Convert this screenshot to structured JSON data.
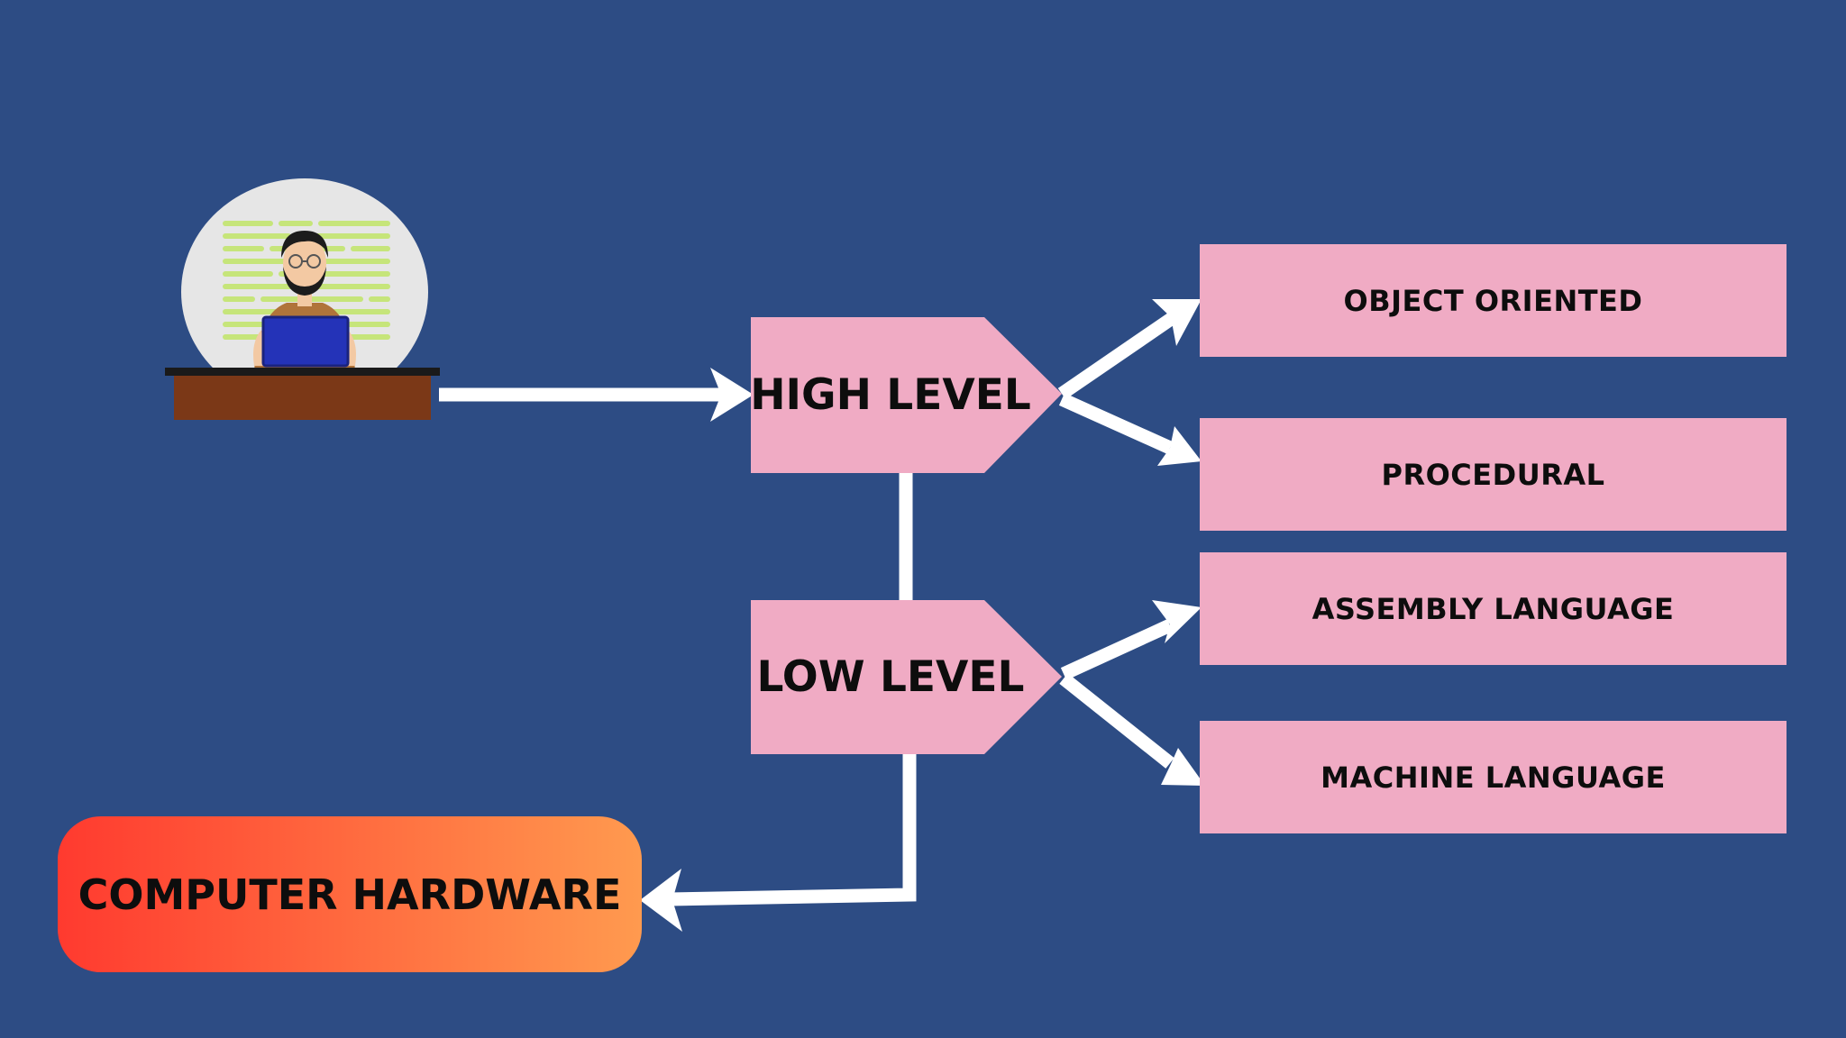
{
  "diagram": {
    "nodes": {
      "high_level": "HIGH LEVEL",
      "low_level": "LOW LEVEL",
      "object_oriented": "OBJECT ORIENTED",
      "procedural": "PROCEDURAL",
      "assembly_language": "ASSEMBLY LANGUAGE",
      "machine_language": "MACHINE LANGUAGE",
      "computer_hardware": "COMPUTER HARDWARE"
    },
    "illustration": {
      "icon": "programmer-at-laptop-icon"
    },
    "colors": {
      "background": "#2d4c84",
      "box_fill": "#f0abc4",
      "arrow": "#ffffff",
      "hardware_gradient_start": "#ff3a2f",
      "hardware_gradient_end": "#ff9a4f"
    }
  }
}
